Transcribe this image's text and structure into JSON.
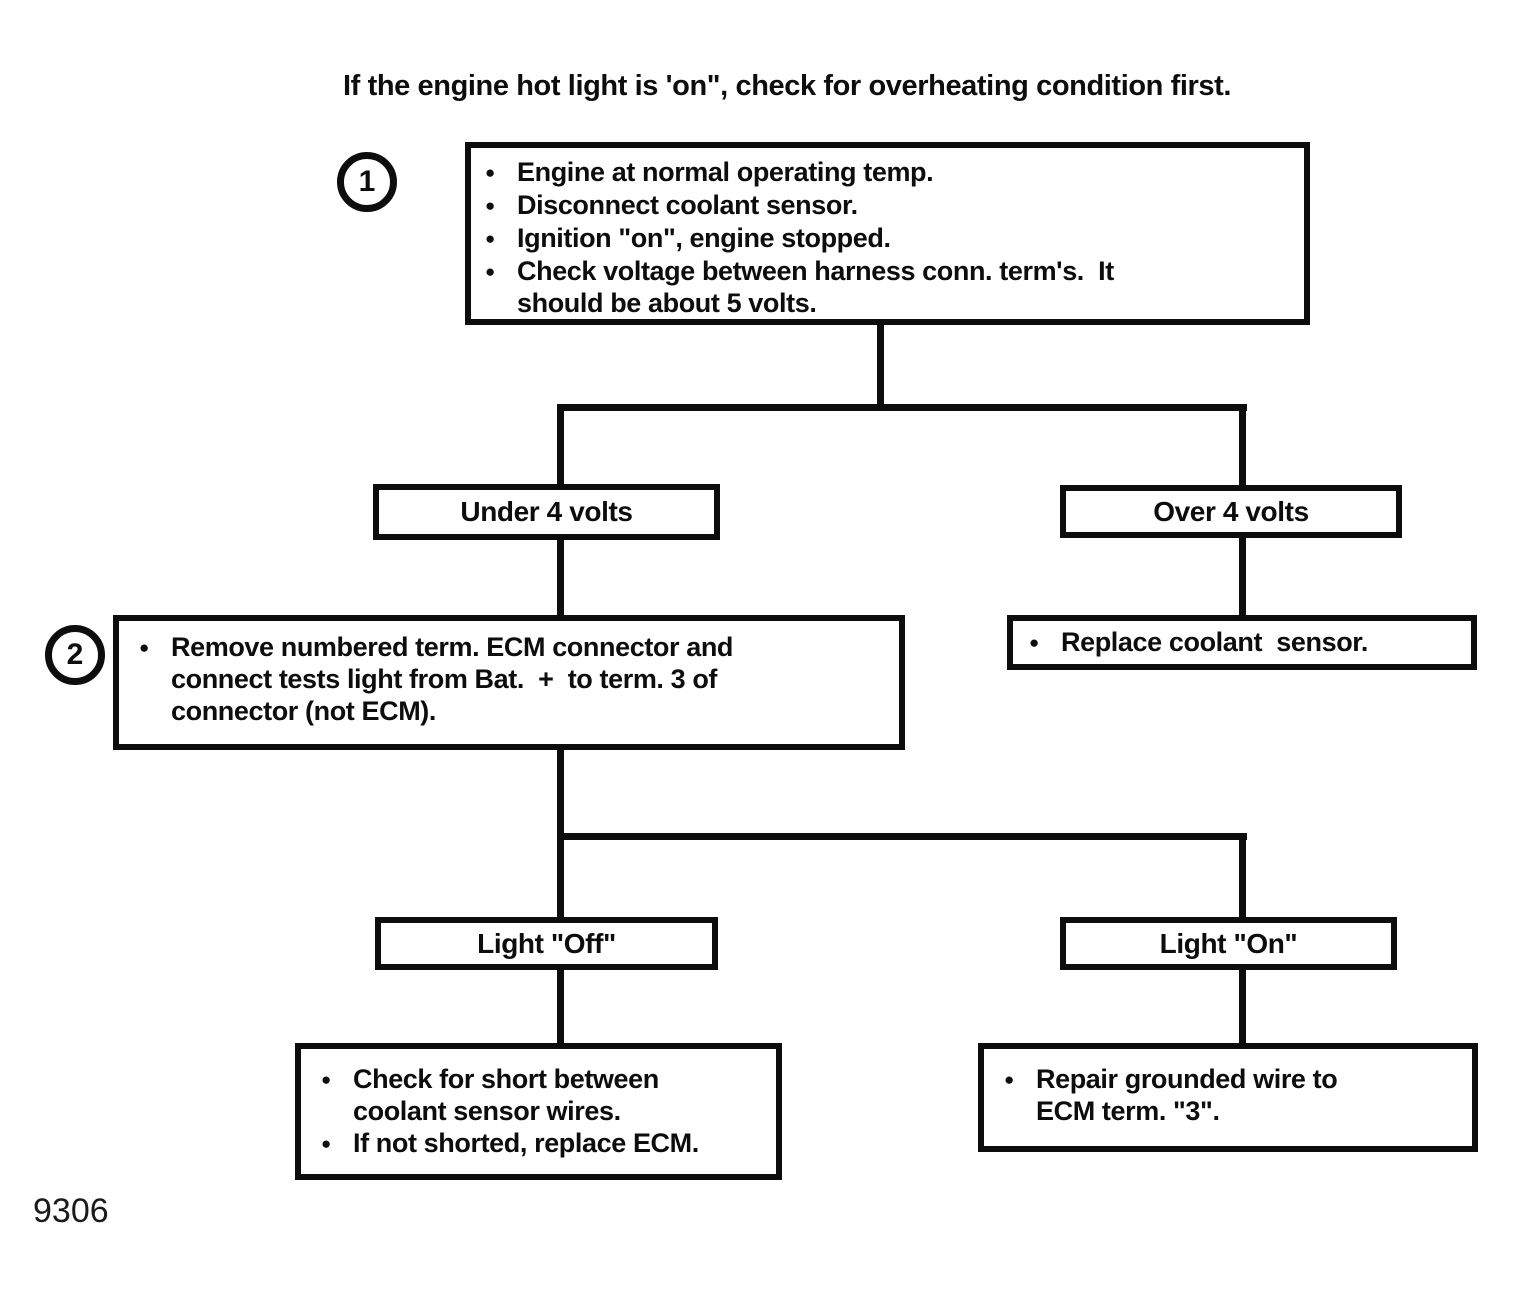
{
  "title": "If the engine hot light is 'on\", check for overheating condition first.",
  "figure_number": "9306",
  "bullet_glyph": "●",
  "colors": {
    "ink": "#0d0d0d",
    "paper": "#ffffff"
  },
  "nodes": {
    "step1": {
      "badge": "1",
      "bullets": [
        "Engine at normal operating temp.",
        "Disconnect coolant sensor.",
        "Ignition \"on\", engine stopped.",
        "Check voltage between harness conn. term's.  It\nshould be about 5 volts."
      ]
    },
    "under4": {
      "label": "Under 4 volts"
    },
    "over4": {
      "label": "Over 4 volts"
    },
    "step2": {
      "badge": "2",
      "bullets": [
        "Remove numbered term. ECM connector and\nconnect tests light from Bat.  +  to term. 3 of\nconnector (not ECM)."
      ]
    },
    "replace_sensor": {
      "bullets": [
        "Replace coolant  sensor."
      ]
    },
    "light_off": {
      "label": "Light \"Off\""
    },
    "light_on": {
      "label": "Light \"On\""
    },
    "check_short": {
      "bullets": [
        "Check for short between\ncoolant sensor wires.",
        "If not shorted, replace ECM."
      ]
    },
    "repair_wire": {
      "bullets": [
        "Repair grounded wire to\nECM term. \"3\"."
      ]
    }
  }
}
